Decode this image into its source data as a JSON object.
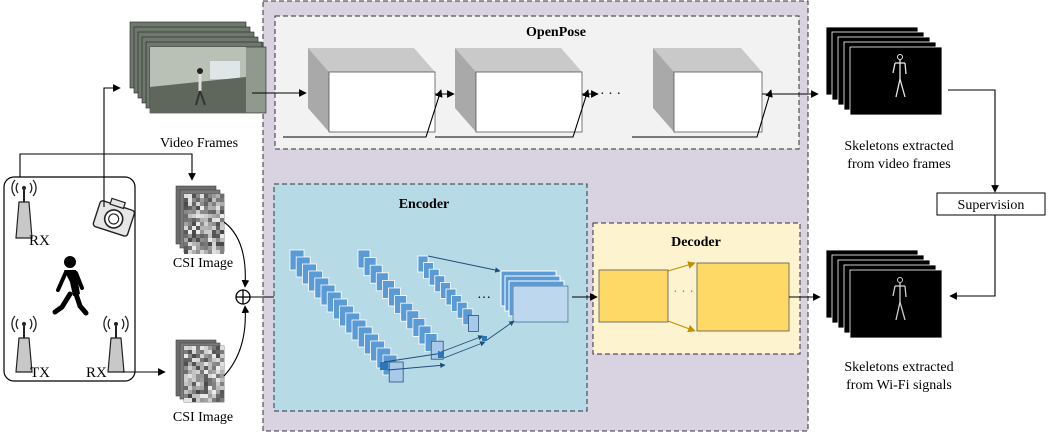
{
  "openpose": {
    "title": "OpenPose",
    "ellipsis": "· · ·"
  },
  "encoder": {
    "title": "Encoder",
    "ellipsis": "···"
  },
  "decoder": {
    "title": "Decoder",
    "ellipsis": "· · ·"
  },
  "labels": {
    "video_frames": "Video Frames",
    "csi_image_top": "CSI Image",
    "csi_image_bottom": "CSI Image",
    "rx_top": "RX",
    "tx": "TX",
    "rx_bottom": "RX",
    "skeletons_video_line1": "Skeletons extracted",
    "skeletons_video_line2": "from video frames",
    "skeletons_wifi_line1": "Skeletons extracted",
    "skeletons_wifi_line2": "from Wi-Fi signals",
    "supervision": "Supervision"
  },
  "colors": {
    "main_panel": "#d9d2e0",
    "openpose_panel": "#f2f2f2",
    "encoder_panel": "#b6dbe6",
    "decoder_panel": "#fdf3cf",
    "conv_layer": "#5b9bd5",
    "decoder_block": "#ffd966"
  }
}
